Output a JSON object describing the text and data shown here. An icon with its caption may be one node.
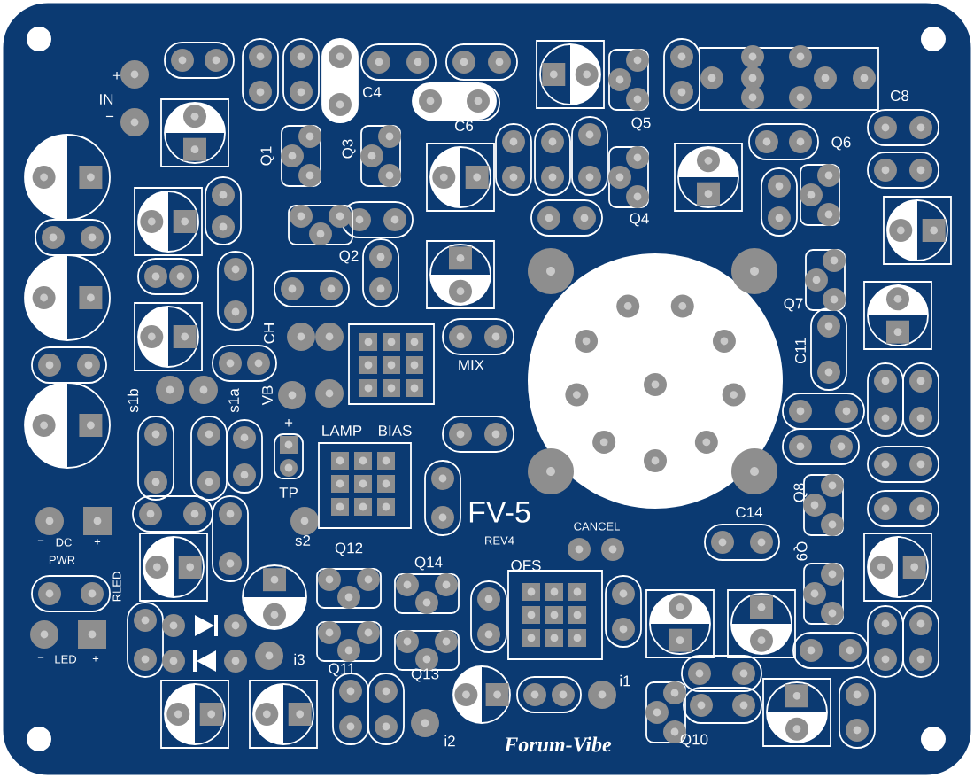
{
  "diagram": {
    "labels": [
      "+",
      "IN",
      "−",
      "C4",
      "C8",
      "Q1",
      "Q3",
      "C6",
      "Q5",
      "Q6",
      "Q4",
      "Q2",
      "Q7",
      "CH",
      "MIX",
      "C11",
      "s1b",
      "s1a",
      "VB",
      "+",
      "LAMP",
      "BIAS",
      "TP",
      "Q8",
      "FV-5",
      "C14",
      "CANCEL",
      "−",
      "DC",
      "+",
      "s2",
      "REV4",
      "Q12",
      "Q9",
      "PWR",
      "Q14",
      "OFS",
      "RLED",
      "i3",
      "−",
      "LED",
      "+",
      "Q11",
      "Q13",
      "i1",
      "i2",
      "Forum-Vibe",
      "Q10"
    ]
  }
}
